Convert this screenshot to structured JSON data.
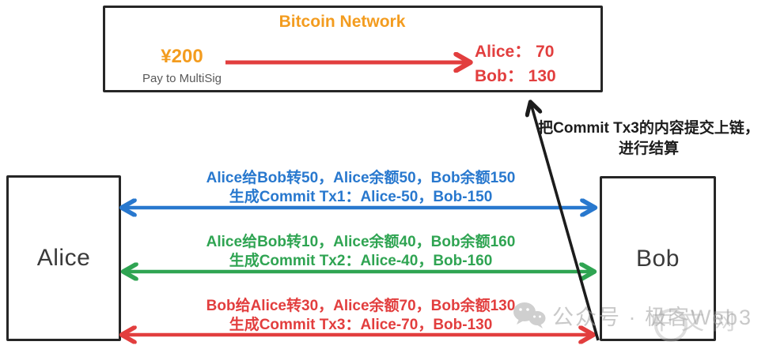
{
  "colors": {
    "orange": "#F39C1F",
    "red": "#E23E3E",
    "blue": "#2878CE",
    "green": "#2FA452",
    "black": "#1C1C1C",
    "gray": "#595959"
  },
  "network_box": {
    "title": "Bitcoin Network",
    "amount": "¥200",
    "amount_note": "Pay to MultiSig",
    "alice_balance": "Alice： 70",
    "bob_balance": "Bob： 130"
  },
  "nodes": {
    "alice": "Alice",
    "bob": "Bob"
  },
  "channel_updates": [
    {
      "line1": "Alice给Bob转50，Alice余额50，Bob余额150",
      "line2": "生成Commit Tx1：Alice-50，Bob-150"
    },
    {
      "line1": "Alice给Bob转10，Alice余额40，Bob余额160",
      "line2": "生成Commit Tx2：Alice-40，Bob-160"
    },
    {
      "line1": "Bob给Alice转30，Alice余额70，Bob余额130",
      "line2": "生成Commit Tx3：Alice-70，Bob-130"
    }
  ],
  "settlement_note": {
    "line1": "把Commit Tx3的内容提交上链，",
    "line2": "进行结算"
  },
  "watermark": {
    "text": "公众号 · 极客Web3",
    "overlay": "中文网"
  }
}
